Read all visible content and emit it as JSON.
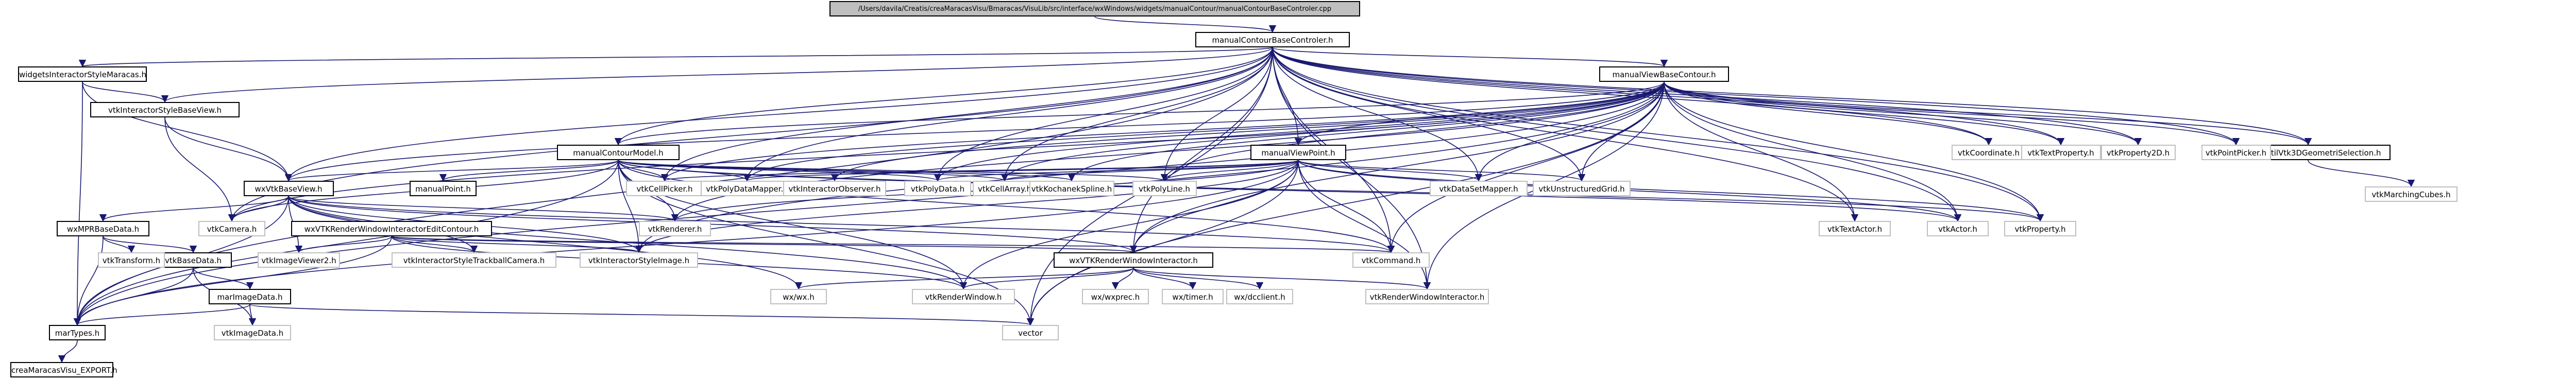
{
  "diagram": {
    "nodes": [
      {
        "id": "root",
        "label": "/Users/davila/Creatis/creaMaracasVisu/Bmaracas/VisuLib/src/interface/wxWindows/widgets/manualContour/manualContourBaseControler.cpp",
        "style": "root"
      },
      {
        "id": "mcbch",
        "label": "manualContourBaseControler.h",
        "style": "black"
      },
      {
        "id": "wism",
        "label": "widgetsInteractorStyleMaracas.h",
        "style": "black"
      },
      {
        "id": "mvbc",
        "label": "manualViewBaseContour.h",
        "style": "black"
      },
      {
        "id": "vistyle",
        "label": "vtkInteractorStyleBaseView.h",
        "style": "black"
      },
      {
        "id": "mcm",
        "label": "manualContourModel.h",
        "style": "black"
      },
      {
        "id": "mvp",
        "label": "manualViewPoint.h",
        "style": "black"
      },
      {
        "id": "wxvtkbv",
        "label": "wxVtkBaseView.h",
        "style": "black"
      },
      {
        "id": "mp",
        "label": "manualPoint.h",
        "style": "black"
      },
      {
        "id": "wxmpr",
        "label": "wxMPRBaseData.h",
        "style": "black"
      },
      {
        "id": "wxrwiec",
        "label": "wxVTKRenderWindowInteractorEditContour.h",
        "style": "black"
      },
      {
        "id": "vtkbd",
        "label": "vtkBaseData.h",
        "style": "black"
      },
      {
        "id": "marimg",
        "label": "marImageData.h",
        "style": "black"
      },
      {
        "id": "martypes",
        "label": "marTypes.h",
        "style": "black"
      },
      {
        "id": "crea",
        "label": "creaMaracasVisu_EXPORT.h",
        "style": "black"
      },
      {
        "id": "wxvtkrwi",
        "label": "wxVTKRenderWindowInteractor.h",
        "style": "black"
      },
      {
        "id": "wu3d",
        "label": "widgetsUtilVtk3DGeometriSelection.h",
        "style": "black"
      },
      {
        "id": "mcubes",
        "label": "vtkMarchingCubes.h",
        "style": "gray"
      },
      {
        "id": "vtkcoord",
        "label": "vtkCoordinate.h",
        "style": "gray"
      },
      {
        "id": "vtktextprop",
        "label": "vtkTextProperty.h",
        "style": "gray"
      },
      {
        "id": "vtkprop2d",
        "label": "vtkProperty2D.h",
        "style": "gray"
      },
      {
        "id": "vtkpp",
        "label": "vtkPointPicker.h",
        "style": "gray"
      },
      {
        "id": "vtkcp",
        "label": "vtkCellPicker.h",
        "style": "gray"
      },
      {
        "id": "vtkpdm",
        "label": "vtkPolyDataMapper.h",
        "style": "gray"
      },
      {
        "id": "vtkio",
        "label": "vtkInteractorObserver.h",
        "style": "gray"
      },
      {
        "id": "vtkpd",
        "label": "vtkPolyData.h",
        "style": "gray"
      },
      {
        "id": "vtkca",
        "label": "vtkCellArray.h",
        "style": "gray"
      },
      {
        "id": "vtkks",
        "label": "vtkKochanekSpline.h",
        "style": "gray"
      },
      {
        "id": "vtkpl",
        "label": "vtkPolyLine.h",
        "style": "gray"
      },
      {
        "id": "vtkdsm",
        "label": "vtkDataSetMapper.h",
        "style": "gray"
      },
      {
        "id": "vtkug",
        "label": "vtkUnstructuredGrid.h",
        "style": "gray"
      },
      {
        "id": "vtkcam",
        "label": "vtkCamera.h",
        "style": "gray"
      },
      {
        "id": "vtkren",
        "label": "vtkRenderer.h",
        "style": "gray"
      },
      {
        "id": "vtktextactor",
        "label": "vtkTextActor.h",
        "style": "gray"
      },
      {
        "id": "vtkactor",
        "label": "vtkActor.h",
        "style": "gray"
      },
      {
        "id": "vtkprop",
        "label": "vtkProperty.h",
        "style": "gray"
      },
      {
        "id": "vtkiv2",
        "label": "vtkImageViewer2.h",
        "style": "gray"
      },
      {
        "id": "vtkistc",
        "label": "vtkInteractorStyleTrackballCamera.h",
        "style": "gray"
      },
      {
        "id": "vtkis",
        "label": "vtkInteractorStyleImage.h",
        "style": "gray"
      },
      {
        "id": "vtkcmd",
        "label": "vtkCommand.h",
        "style": "gray"
      },
      {
        "id": "vtktrans",
        "label": "vtkTransform.h",
        "style": "gray"
      },
      {
        "id": "wxwx",
        "label": "wx/wx.h",
        "style": "gray"
      },
      {
        "id": "vtkrw",
        "label": "vtkRenderWindow.h",
        "style": "gray"
      },
      {
        "id": "wxglrec",
        "label": "wx/wxprec.h",
        "style": "gray"
      },
      {
        "id": "wxtimer",
        "label": "wx/timer.h",
        "style": "gray"
      },
      {
        "id": "wxdc",
        "label": "wx/dcclient.h",
        "style": "gray"
      },
      {
        "id": "vtkrwi",
        "label": "vtkRenderWindowInteractor.h",
        "style": "gray"
      },
      {
        "id": "vtkimg",
        "label": "vtkImageData.h",
        "style": "gray"
      },
      {
        "id": "vector",
        "label": "vector",
        "style": "gray"
      }
    ],
    "colors": {
      "edge": "#191970",
      "black_border": "#000000",
      "gray_border": "#bfbfbf",
      "root_fill": "#bfbfbf"
    }
  }
}
